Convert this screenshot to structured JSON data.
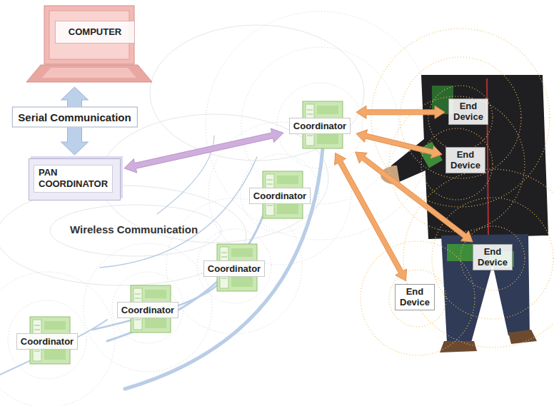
{
  "diagram": {
    "nodes": [
      {
        "text": [
          "COMPUTER"
        ]
      },
      {
        "text": [
          "PAN COORDINATOR"
        ]
      },
      {
        "text": [
          "Coordinator"
        ]
      },
      {
        "text": [
          "Coordinator"
        ]
      },
      {
        "text": [
          "Coordinator"
        ]
      },
      {
        "text": [
          "Coordinator"
        ]
      },
      {
        "text": [
          "Coordinator"
        ]
      },
      {
        "text": [
          "End Device"
        ]
      },
      {
        "text": [
          "End Device"
        ]
      },
      {
        "text": [
          "End Device"
        ]
      },
      {
        "text": [
          "End Device"
        ]
      }
    ],
    "edges": [
      {
        "from": 0,
        "to": 1,
        "label": "Serial Communication",
        "arrow": "both"
      },
      {
        "from": 1,
        "to": 2,
        "arrow": "both"
      },
      {
        "from": 2,
        "to": 7,
        "arrow": "both"
      },
      {
        "from": 2,
        "to": 8,
        "arrow": "both"
      },
      {
        "from": 2,
        "to": 9,
        "arrow": "both"
      },
      {
        "from": 2,
        "to": 10,
        "arrow": "both"
      }
    ],
    "labels": [
      "Wireless Communication"
    ]
  }
}
